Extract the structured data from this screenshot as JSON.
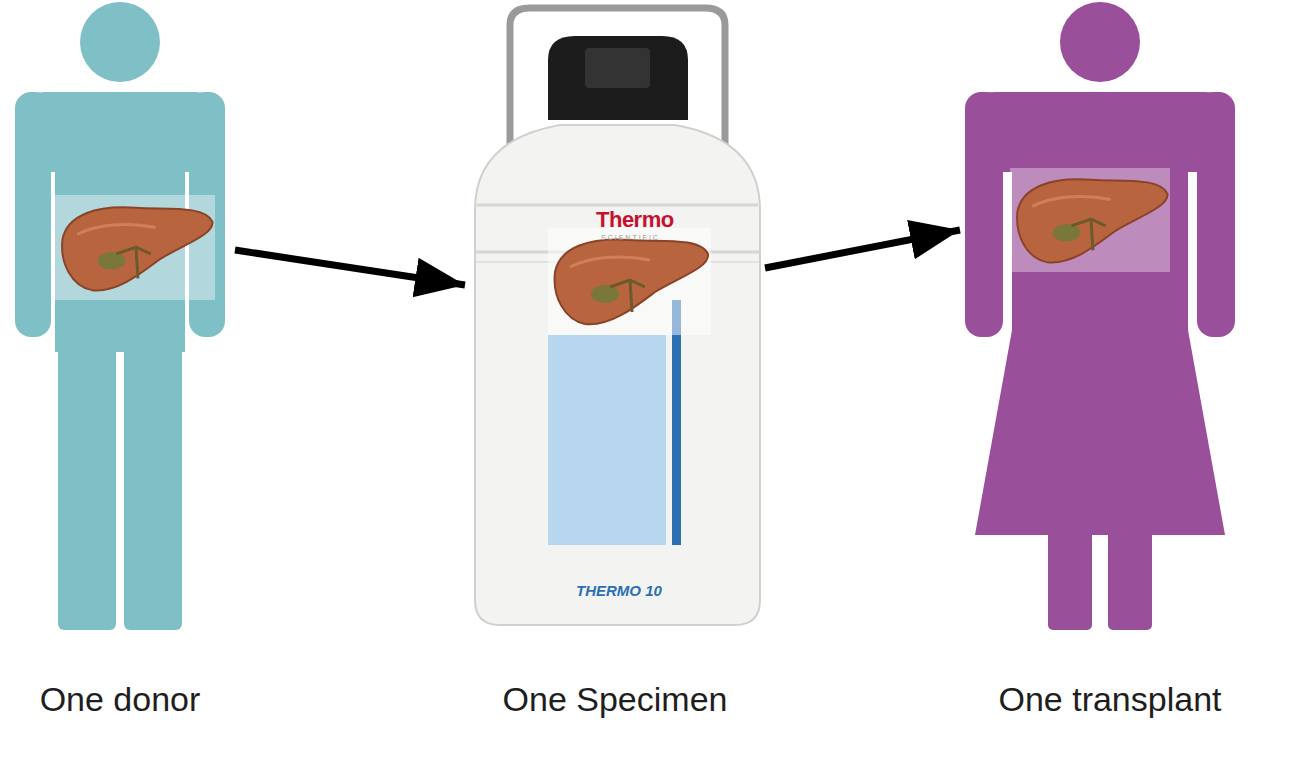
{
  "diagram": {
    "nodes": [
      {
        "text": [
          "One donor"
        ]
      },
      {
        "text": [
          "One Specimen"
        ]
      },
      {
        "text": [
          "One transplant"
        ]
      }
    ],
    "edges": [
      {
        "from": 0,
        "to": 1,
        "arrow": "to"
      },
      {
        "from": 1,
        "to": 2,
        "arrow": "to"
      }
    ],
    "labels": [
      "Thermo",
      "SCIENTIFIC",
      "THERMO 10"
    ]
  }
}
